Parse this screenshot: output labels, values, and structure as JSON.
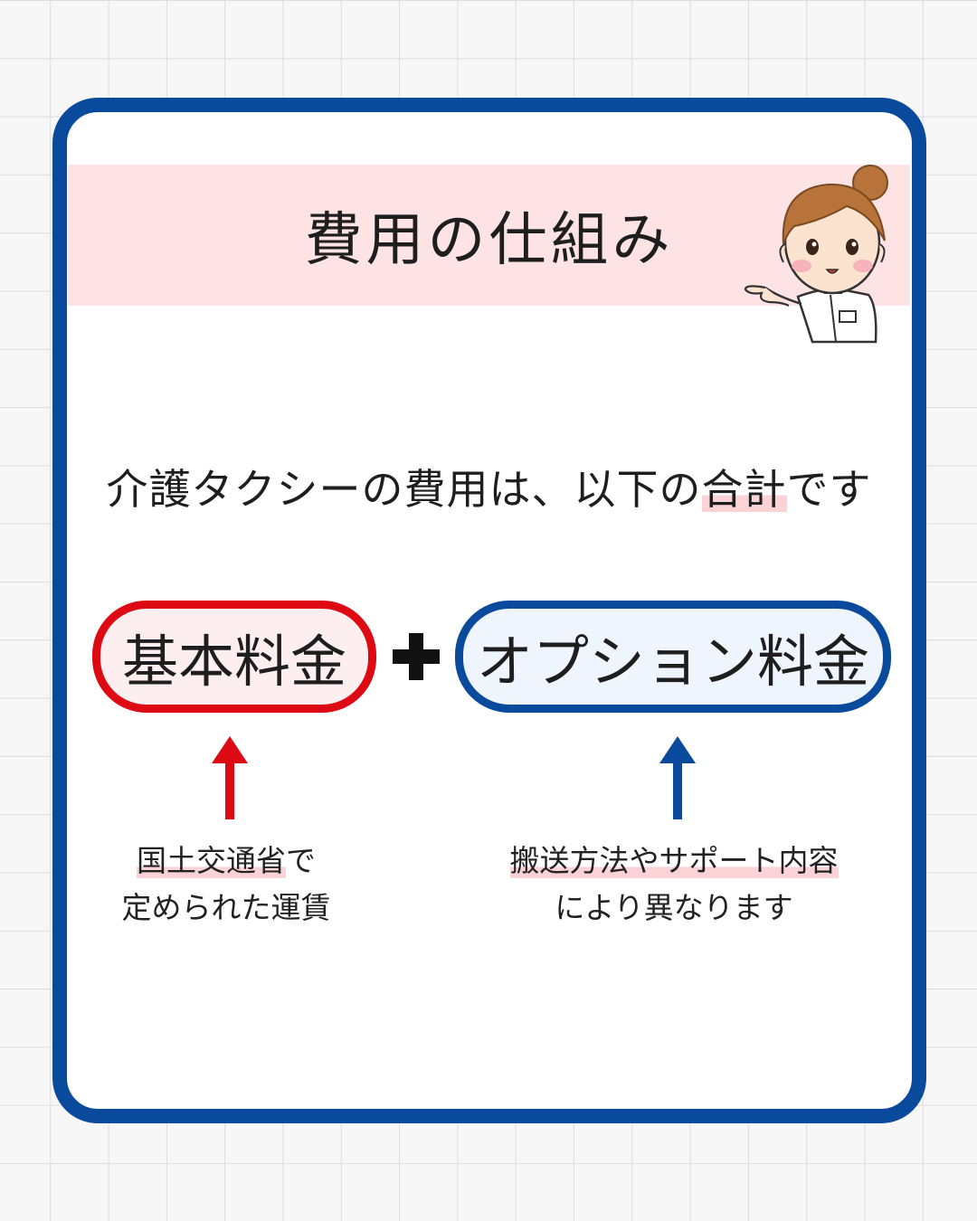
{
  "title": "費用の仕組み",
  "intro": {
    "prefix": "介護タクシーの費用は、以下の",
    "highlight": "合計",
    "suffix": "です"
  },
  "formula": {
    "basic_fee": "基本料金",
    "plus_symbol": "+",
    "option_fee": "オプション料金"
  },
  "notes": {
    "basic": {
      "line1_highlight": "国土交通省",
      "line1_rest": "で",
      "line2": "定められた運賃"
    },
    "option": {
      "line1_highlight": "搬送方法やサポート内容",
      "line2": "により異なります"
    }
  },
  "colors": {
    "frame_blue": "#0a4a9c",
    "accent_red": "#dd0a14",
    "title_band_pink": "#fde3e4",
    "highlight_pink": "#fbd3d6"
  },
  "icons": {
    "character": "nurse-illustration",
    "plus": "plus-icon",
    "arrow": "arrow-up-icon"
  }
}
